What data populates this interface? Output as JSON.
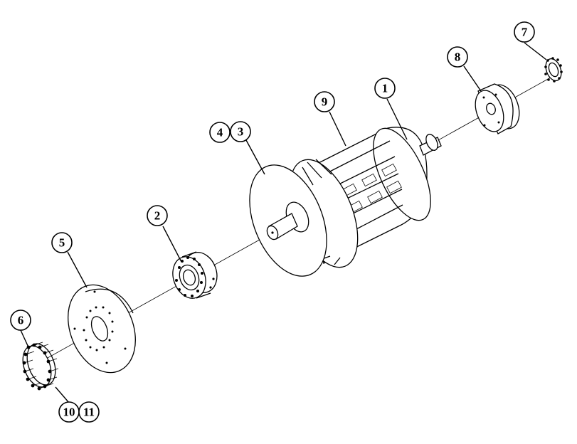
{
  "balloons": {
    "b1": "1",
    "b2": "2",
    "b3": "3",
    "b4": "4",
    "b5": "5",
    "b6": "6",
    "b7": "7",
    "b8": "8",
    "b9": "9",
    "b10": "10",
    "b11": "11"
  }
}
